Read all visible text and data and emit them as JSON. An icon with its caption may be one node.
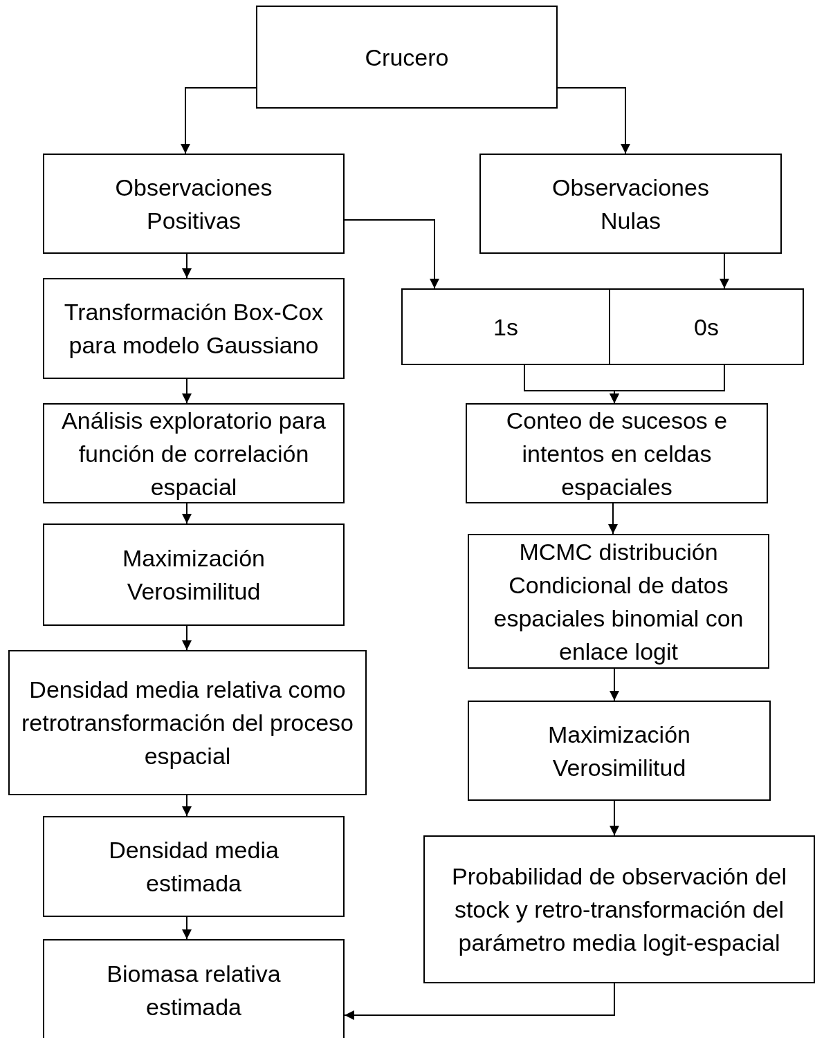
{
  "diagram": {
    "nodes": [
      {
        "text": [
          "Crucero"
        ]
      },
      {
        "text": [
          "Observaciones Positivas"
        ]
      },
      {
        "text": [
          "Observaciones Nulas"
        ]
      },
      {
        "text": [
          "Transformación Box-Cox para modelo Gaussiano"
        ]
      },
      {
        "text": [
          "1s"
        ]
      },
      {
        "text": [
          "0s"
        ]
      },
      {
        "text": [
          "Análisis exploratorio para función de correlación espacial"
        ]
      },
      {
        "text": [
          "Conteo de sucesos e intentos en celdas espaciales"
        ]
      },
      {
        "text": [
          "Maximización Verosimilitud"
        ]
      },
      {
        "text": [
          "MCMC distribución Condicional de datos espaciales binomial con enlace logit"
        ]
      },
      {
        "text": [
          "Densidad media relativa como retrotransformación del proceso espacial"
        ]
      },
      {
        "text": [
          "Maximización Verosimilitud"
        ]
      },
      {
        "text": [
          "Densidad media estimada"
        ]
      },
      {
        "text": [
          "Probabilidad de observación del stock y retro-transformación del parámetro media logit-espacial"
        ]
      },
      {
        "text": [
          "Biomasa relativa estimada"
        ]
      }
    ],
    "edges": [
      {
        "from": 0,
        "to": 1,
        "arrow": "to"
      },
      {
        "from": 0,
        "to": 2,
        "arrow": "to"
      },
      {
        "from": 1,
        "to": 3,
        "arrow": "to"
      },
      {
        "from": 1,
        "to": 4,
        "arrow": "to"
      },
      {
        "from": 2,
        "to": 5,
        "arrow": "to"
      },
      {
        "from": 3,
        "to": 6,
        "arrow": "to"
      },
      {
        "from": 4,
        "to": 7,
        "arrow": "to"
      },
      {
        "from": 5,
        "to": 7,
        "arrow": "to"
      },
      {
        "from": 6,
        "to": 8,
        "arrow": "to"
      },
      {
        "from": 7,
        "to": 9,
        "arrow": "to"
      },
      {
        "from": 8,
        "to": 10,
        "arrow": "to"
      },
      {
        "from": 9,
        "to": 11,
        "arrow": "to"
      },
      {
        "from": 10,
        "to": 12,
        "arrow": "to"
      },
      {
        "from": 11,
        "to": 13,
        "arrow": "to"
      },
      {
        "from": 12,
        "to": 14,
        "arrow": "to"
      },
      {
        "from": 13,
        "to": 14,
        "arrow": "to"
      }
    ]
  }
}
